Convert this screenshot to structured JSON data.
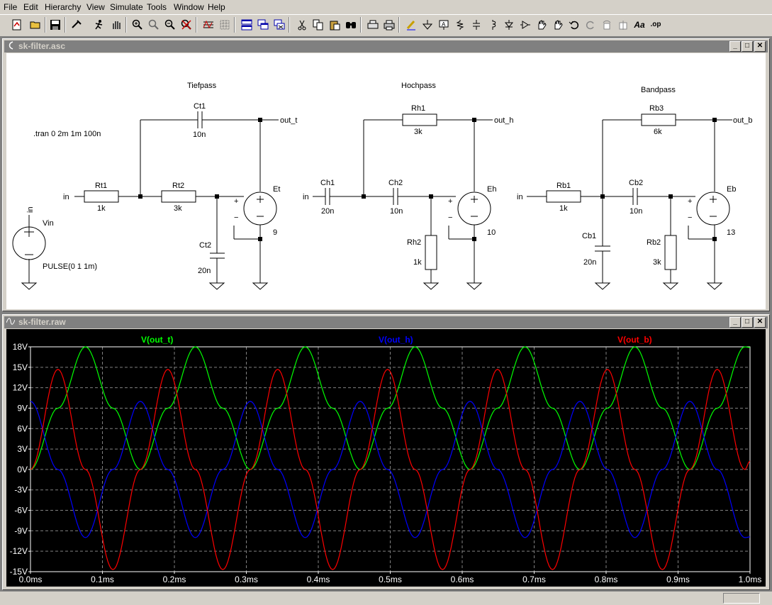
{
  "menu": [
    "File",
    "Edit",
    "Hierarchy",
    "View",
    "Simulate",
    "Tools",
    "Window",
    "Help"
  ],
  "toolbar_icons": [
    "new-schematic-icon",
    "open-icon",
    "save-icon",
    "control-panel-icon",
    "run-icon",
    "halt-icon",
    "zoom-in-icon",
    "pan-icon",
    "zoom-out-icon",
    "zoom-cancel-icon",
    "autorange-icon",
    "grid-icon",
    "tile-horizontal-icon",
    "cascade-icon",
    "close-all-icon",
    "cut-icon",
    "copy-icon",
    "paste-icon",
    "find-icon",
    "print-setup-icon",
    "print-icon",
    "draw-wire-icon",
    "ground-icon",
    "label-net-icon",
    "resistor-icon",
    "capacitor-icon",
    "inductor-icon",
    "diode-icon",
    "component-icon",
    "move-icon",
    "drag-icon",
    "undo-icon",
    "redo-icon",
    "rotate-icon",
    "mirror-icon",
    "text-icon",
    "spice-directive-icon"
  ],
  "schematic": {
    "title": "sk-filter.asc",
    "directive": ".tran 0 2m 1m 100n",
    "sections": {
      "tiefpass": "Tiefpass",
      "hochpass": "Hochpass",
      "bandpass": "Bandpass"
    },
    "source": {
      "name": "Vin",
      "net": "in",
      "value": "PULSE(0 1 1m)"
    },
    "in_label": "in",
    "components": {
      "Rt1": {
        "name": "Rt1",
        "value": "1k"
      },
      "Rt2": {
        "name": "Rt2",
        "value": "3k"
      },
      "Ct1": {
        "name": "Ct1",
        "value": "10n"
      },
      "Ct2": {
        "name": "Ct2",
        "value": "20n"
      },
      "Et": {
        "name": "Et",
        "value": "9"
      },
      "Ch1": {
        "name": "Ch1",
        "value": "20n"
      },
      "Ch2": {
        "name": "Ch2",
        "value": "10n"
      },
      "Rh1": {
        "name": "Rh1",
        "value": "3k"
      },
      "Rh2": {
        "name": "Rh2",
        "value": "1k"
      },
      "Eh": {
        "name": "Eh",
        "value": "10"
      },
      "Rb1": {
        "name": "Rb1",
        "value": "1k"
      },
      "Rb2": {
        "name": "Rb2",
        "value": "3k"
      },
      "Rb3": {
        "name": "Rb3",
        "value": "6k"
      },
      "Cb1": {
        "name": "Cb1",
        "value": "20n"
      },
      "Cb2": {
        "name": "Cb2",
        "value": "10n"
      },
      "Eb": {
        "name": "Eb",
        "value": "13"
      }
    },
    "outputs": {
      "out_t": "out_t",
      "out_h": "out_h",
      "out_b": "out_b"
    }
  },
  "waveform": {
    "title": "sk-filter.raw",
    "chart_data": {
      "type": "line",
      "x_ticks": [
        "0.0ms",
        "0.1ms",
        "0.2ms",
        "0.3ms",
        "0.4ms",
        "0.5ms",
        "0.6ms",
        "0.7ms",
        "0.8ms",
        "0.9ms",
        "1.0ms"
      ],
      "y_ticks": [
        "18V",
        "15V",
        "12V",
        "9V",
        "6V",
        "3V",
        "0V",
        "-3V",
        "-6V",
        "-9V",
        "-12V",
        "-15V"
      ],
      "xlim": [
        0,
        1.0
      ],
      "ylim": [
        -15,
        18
      ],
      "grid": true,
      "series": [
        {
          "name": "V(out_t)",
          "color": "#00ff00",
          "x": [
            0,
            0.0382,
            0.0764,
            0.1146,
            0.1527,
            0.1909,
            0.2291,
            0.2673,
            0.3055,
            0.3436,
            0.3818,
            0.42,
            0.4582,
            0.4964,
            0.5345,
            0.5727,
            0.6109,
            0.6491,
            0.6873,
            0.7255,
            0.7636,
            0.8018,
            0.84,
            0.8782,
            0.9164,
            0.9545,
            0.9927,
            1.0
          ],
          "y": [
            0,
            9,
            18,
            9,
            0,
            9,
            18,
            9,
            0,
            9,
            18,
            9,
            0,
            9,
            18,
            9,
            0,
            9,
            18,
            9,
            0,
            9,
            18,
            9,
            0,
            9,
            18,
            17.9
          ]
        },
        {
          "name": "V(out_h)",
          "color": "#0000ff",
          "x": [
            0,
            0.0382,
            0.0764,
            0.1146,
            0.1527,
            0.1909,
            0.2291,
            0.2673,
            0.3055,
            0.3436,
            0.3818,
            0.42,
            0.4582,
            0.4964,
            0.5345,
            0.5727,
            0.6109,
            0.6491,
            0.6873,
            0.7255,
            0.7636,
            0.8018,
            0.84,
            0.8782,
            0.9164,
            0.9545,
            0.9927,
            1.0
          ],
          "y": [
            10,
            0,
            -10,
            0,
            10,
            0,
            -10,
            0,
            10,
            0,
            -10,
            0,
            10,
            0,
            -10,
            0,
            10,
            0,
            -10,
            0,
            10,
            0,
            -10,
            0,
            10,
            0,
            -10,
            -9.9
          ]
        },
        {
          "name": "V(out_b)",
          "color": "#ff0000",
          "x": [
            0,
            0.0382,
            0.0764,
            0.1146,
            0.1527,
            0.1909,
            0.2291,
            0.2673,
            0.3055,
            0.3436,
            0.3818,
            0.42,
            0.4582,
            0.4964,
            0.5345,
            0.5727,
            0.6109,
            0.6491,
            0.6873,
            0.7255,
            0.7636,
            0.8018,
            0.84,
            0.8782,
            0.9164,
            0.9545,
            0.9927,
            1.0
          ],
          "y": [
            0,
            14.7,
            0,
            -14.7,
            0,
            14.7,
            0,
            -14.7,
            0,
            14.7,
            0,
            -14.7,
            0,
            14.7,
            0,
            -14.7,
            0,
            14.7,
            0,
            -14.7,
            0,
            14.7,
            0,
            -14.7,
            0,
            14.7,
            0,
            1.2
          ]
        }
      ]
    }
  }
}
